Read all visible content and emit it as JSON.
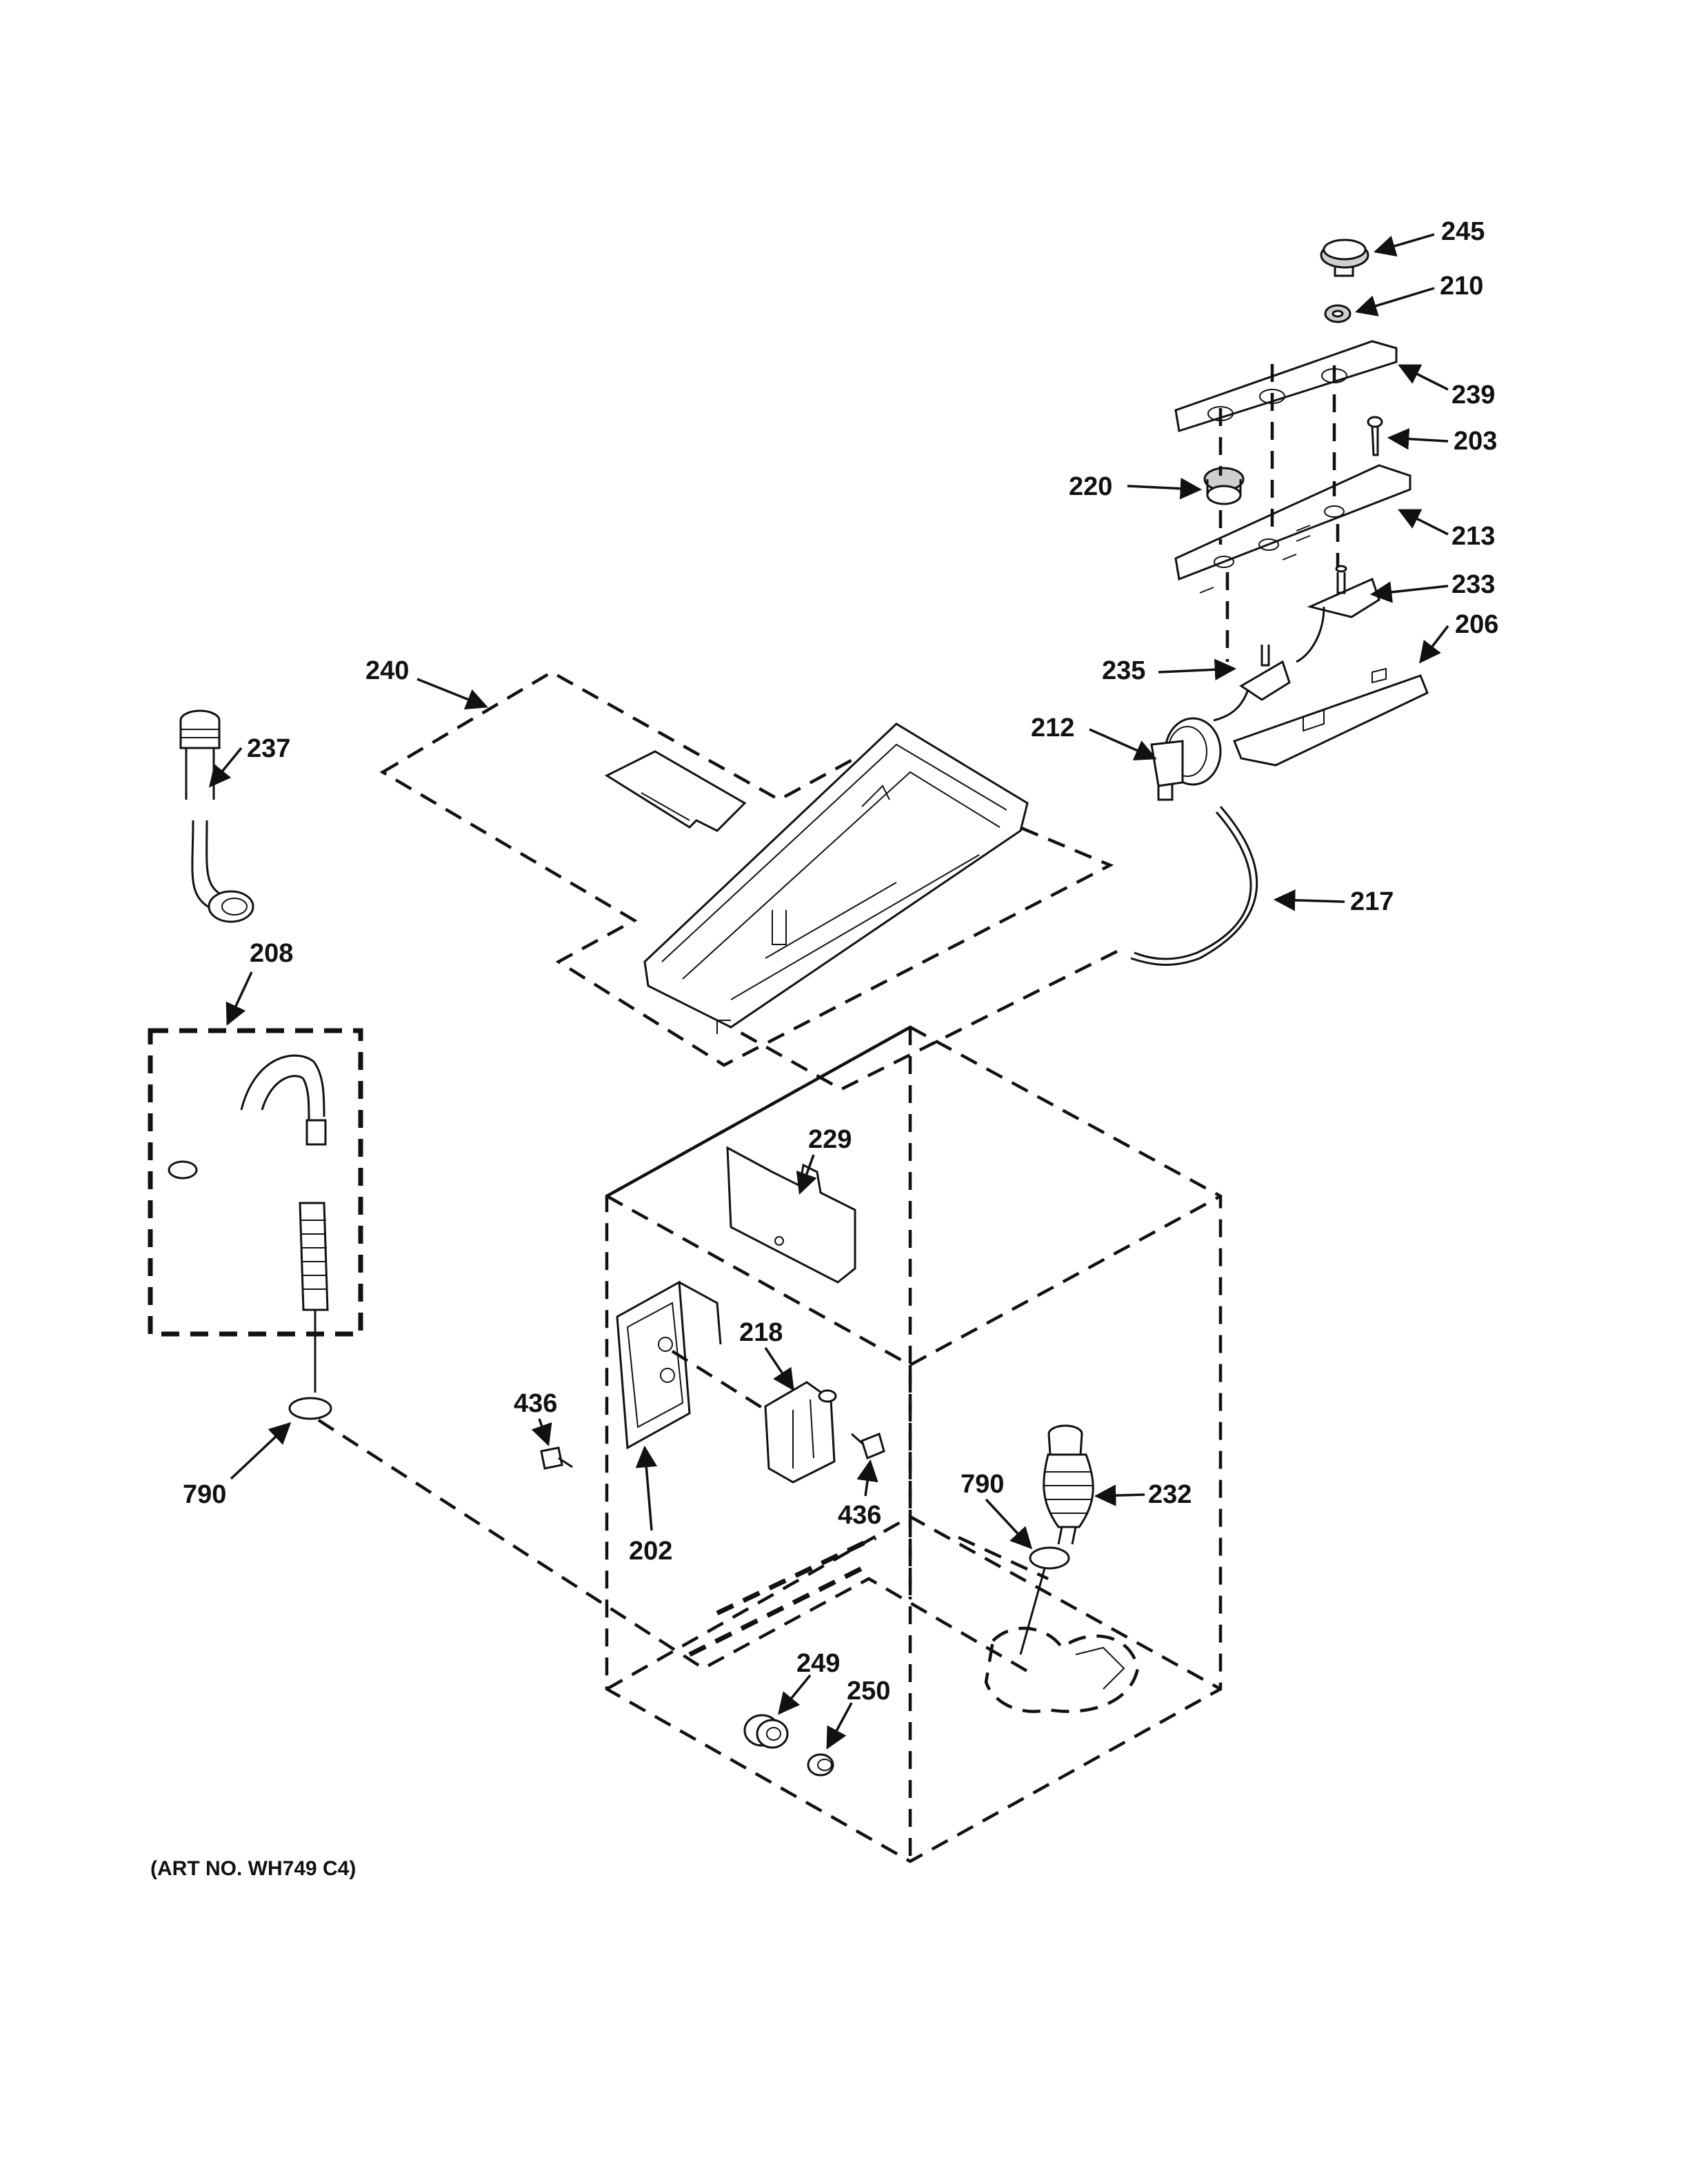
{
  "art_number": "(ART NO. WH749 C4)",
  "callouts": [
    {
      "id": "245",
      "text": "245"
    },
    {
      "id": "210",
      "text": "210"
    },
    {
      "id": "239",
      "text": "239"
    },
    {
      "id": "203",
      "text": "203"
    },
    {
      "id": "220",
      "text": "220"
    },
    {
      "id": "213",
      "text": "213"
    },
    {
      "id": "233",
      "text": "233"
    },
    {
      "id": "206",
      "text": "206"
    },
    {
      "id": "235",
      "text": "235"
    },
    {
      "id": "212",
      "text": "212"
    },
    {
      "id": "217",
      "text": "217"
    },
    {
      "id": "240",
      "text": "240"
    },
    {
      "id": "237",
      "text": "237"
    },
    {
      "id": "208",
      "text": "208"
    },
    {
      "id": "229",
      "text": "229"
    },
    {
      "id": "218",
      "text": "218"
    },
    {
      "id": "436a",
      "text": "436"
    },
    {
      "id": "436b",
      "text": "436"
    },
    {
      "id": "202",
      "text": "202"
    },
    {
      "id": "790a",
      "text": "790"
    },
    {
      "id": "790b",
      "text": "790"
    },
    {
      "id": "232",
      "text": "232"
    },
    {
      "id": "249",
      "text": "249"
    },
    {
      "id": "250",
      "text": "250"
    }
  ]
}
